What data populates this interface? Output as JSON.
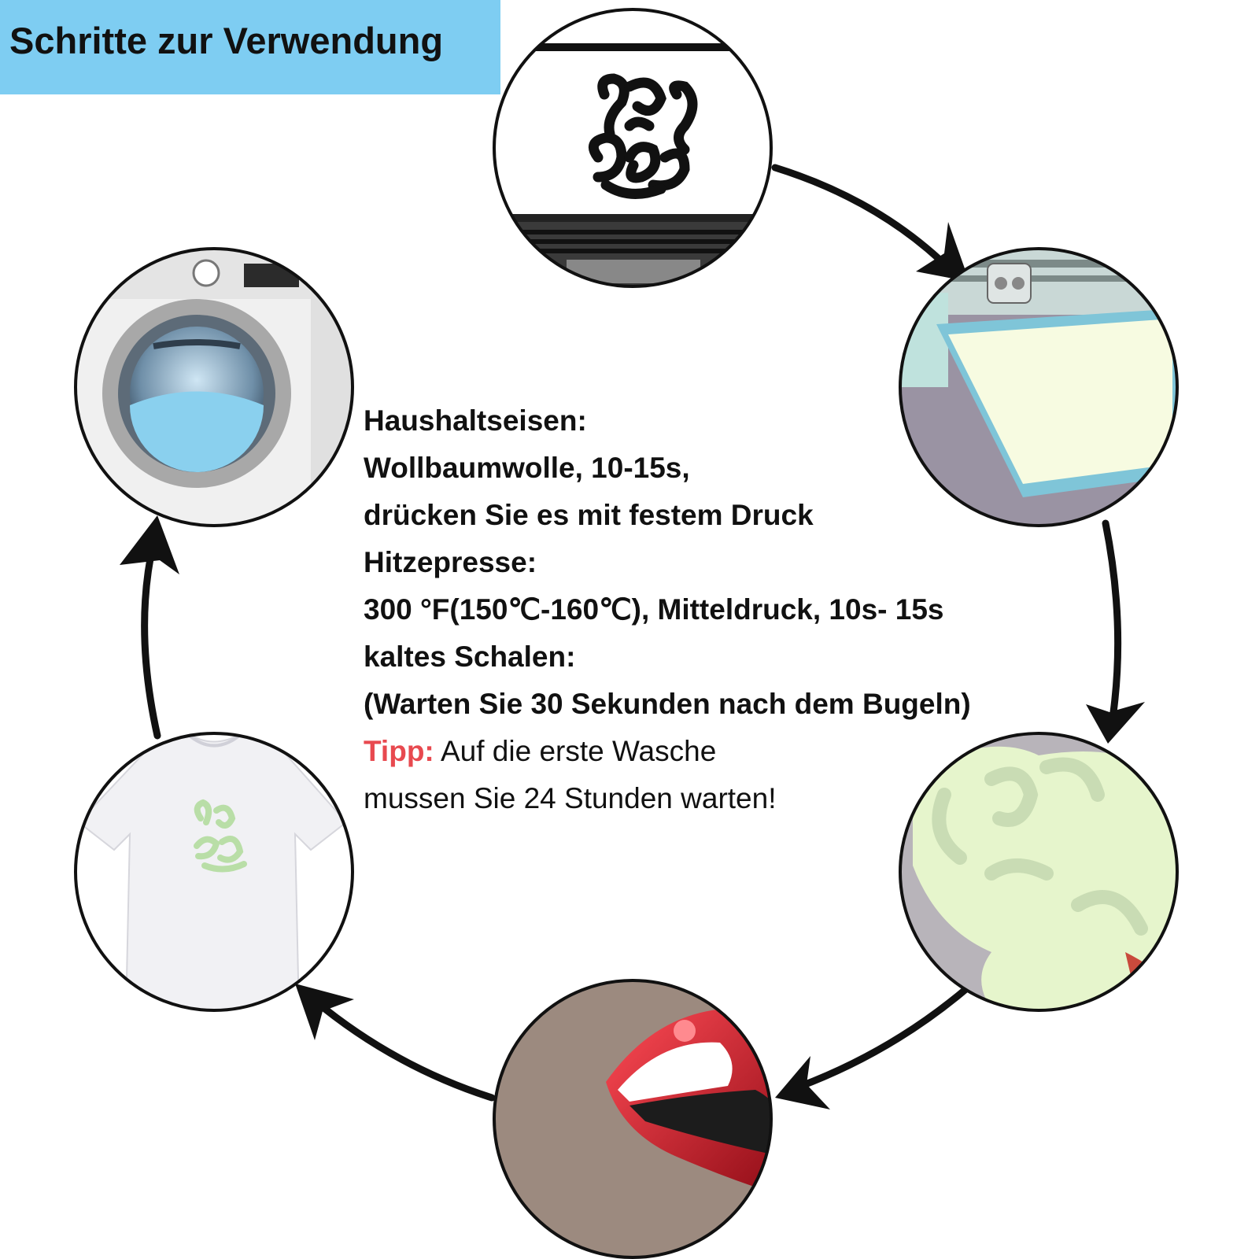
{
  "title": "Schritte zur Verwendung",
  "instructions": {
    "line1": "Haushaltseisen:",
    "line2": "Wollbaumwolle, 10-15s,",
    "line3": "drücken Sie es mit festem Druck",
    "line4": "Hitzepresse:",
    "line5": "300 °F(150℃-160℃), Mitteldruck, 10s- 15s",
    "line6": "kaltes Schalen:",
    "line7": "(Warten Sie 30 Sekunden nach dem Bugeln)",
    "tip_label": "Tipp:",
    "tip_line1": " Auf die erste Wasche",
    "tip_line2": "mussen Sie 24 Stunden warten!"
  },
  "steps": [
    {
      "icon": "laptop-design-icon"
    },
    {
      "icon": "cutting-machine-icon"
    },
    {
      "icon": "weeding-vinyl-icon"
    },
    {
      "icon": "iron-icon"
    },
    {
      "icon": "tshirt-icon"
    },
    {
      "icon": "washing-machine-icon"
    }
  ],
  "colors": {
    "title_bg": "#7ecdf2",
    "tip": "#e8494f",
    "text": "#111111",
    "arrow": "#111111",
    "vinyl": "#e6f5cc",
    "print_green": "#b9dea7",
    "iron_red": "#d2202a"
  }
}
